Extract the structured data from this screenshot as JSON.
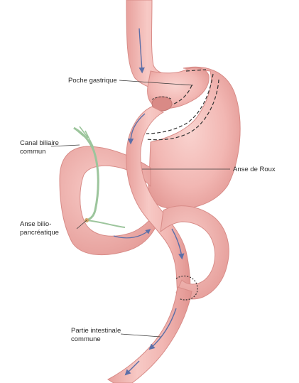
{
  "labels": {
    "gastric_pouch": "Poche gastrique",
    "bile_duct_line1": "Canal biliaire",
    "bile_duct_line2": "commun",
    "roux_limb": "Anse de Roux",
    "biliopancreatic_line1": "Anse bilio-",
    "biliopancreatic_line2": "pancréatique",
    "common_channel_line1": "Partie intestinale",
    "common_channel_line2": "commune"
  },
  "colors": {
    "tissue_fill": "#f2b7b3",
    "tissue_dark": "#e39c98",
    "tissue_outline": "#d88c88",
    "flow_arrow": "#5b6fa8",
    "bile_duct": "#9cc59c",
    "staple_line": "#333333"
  }
}
